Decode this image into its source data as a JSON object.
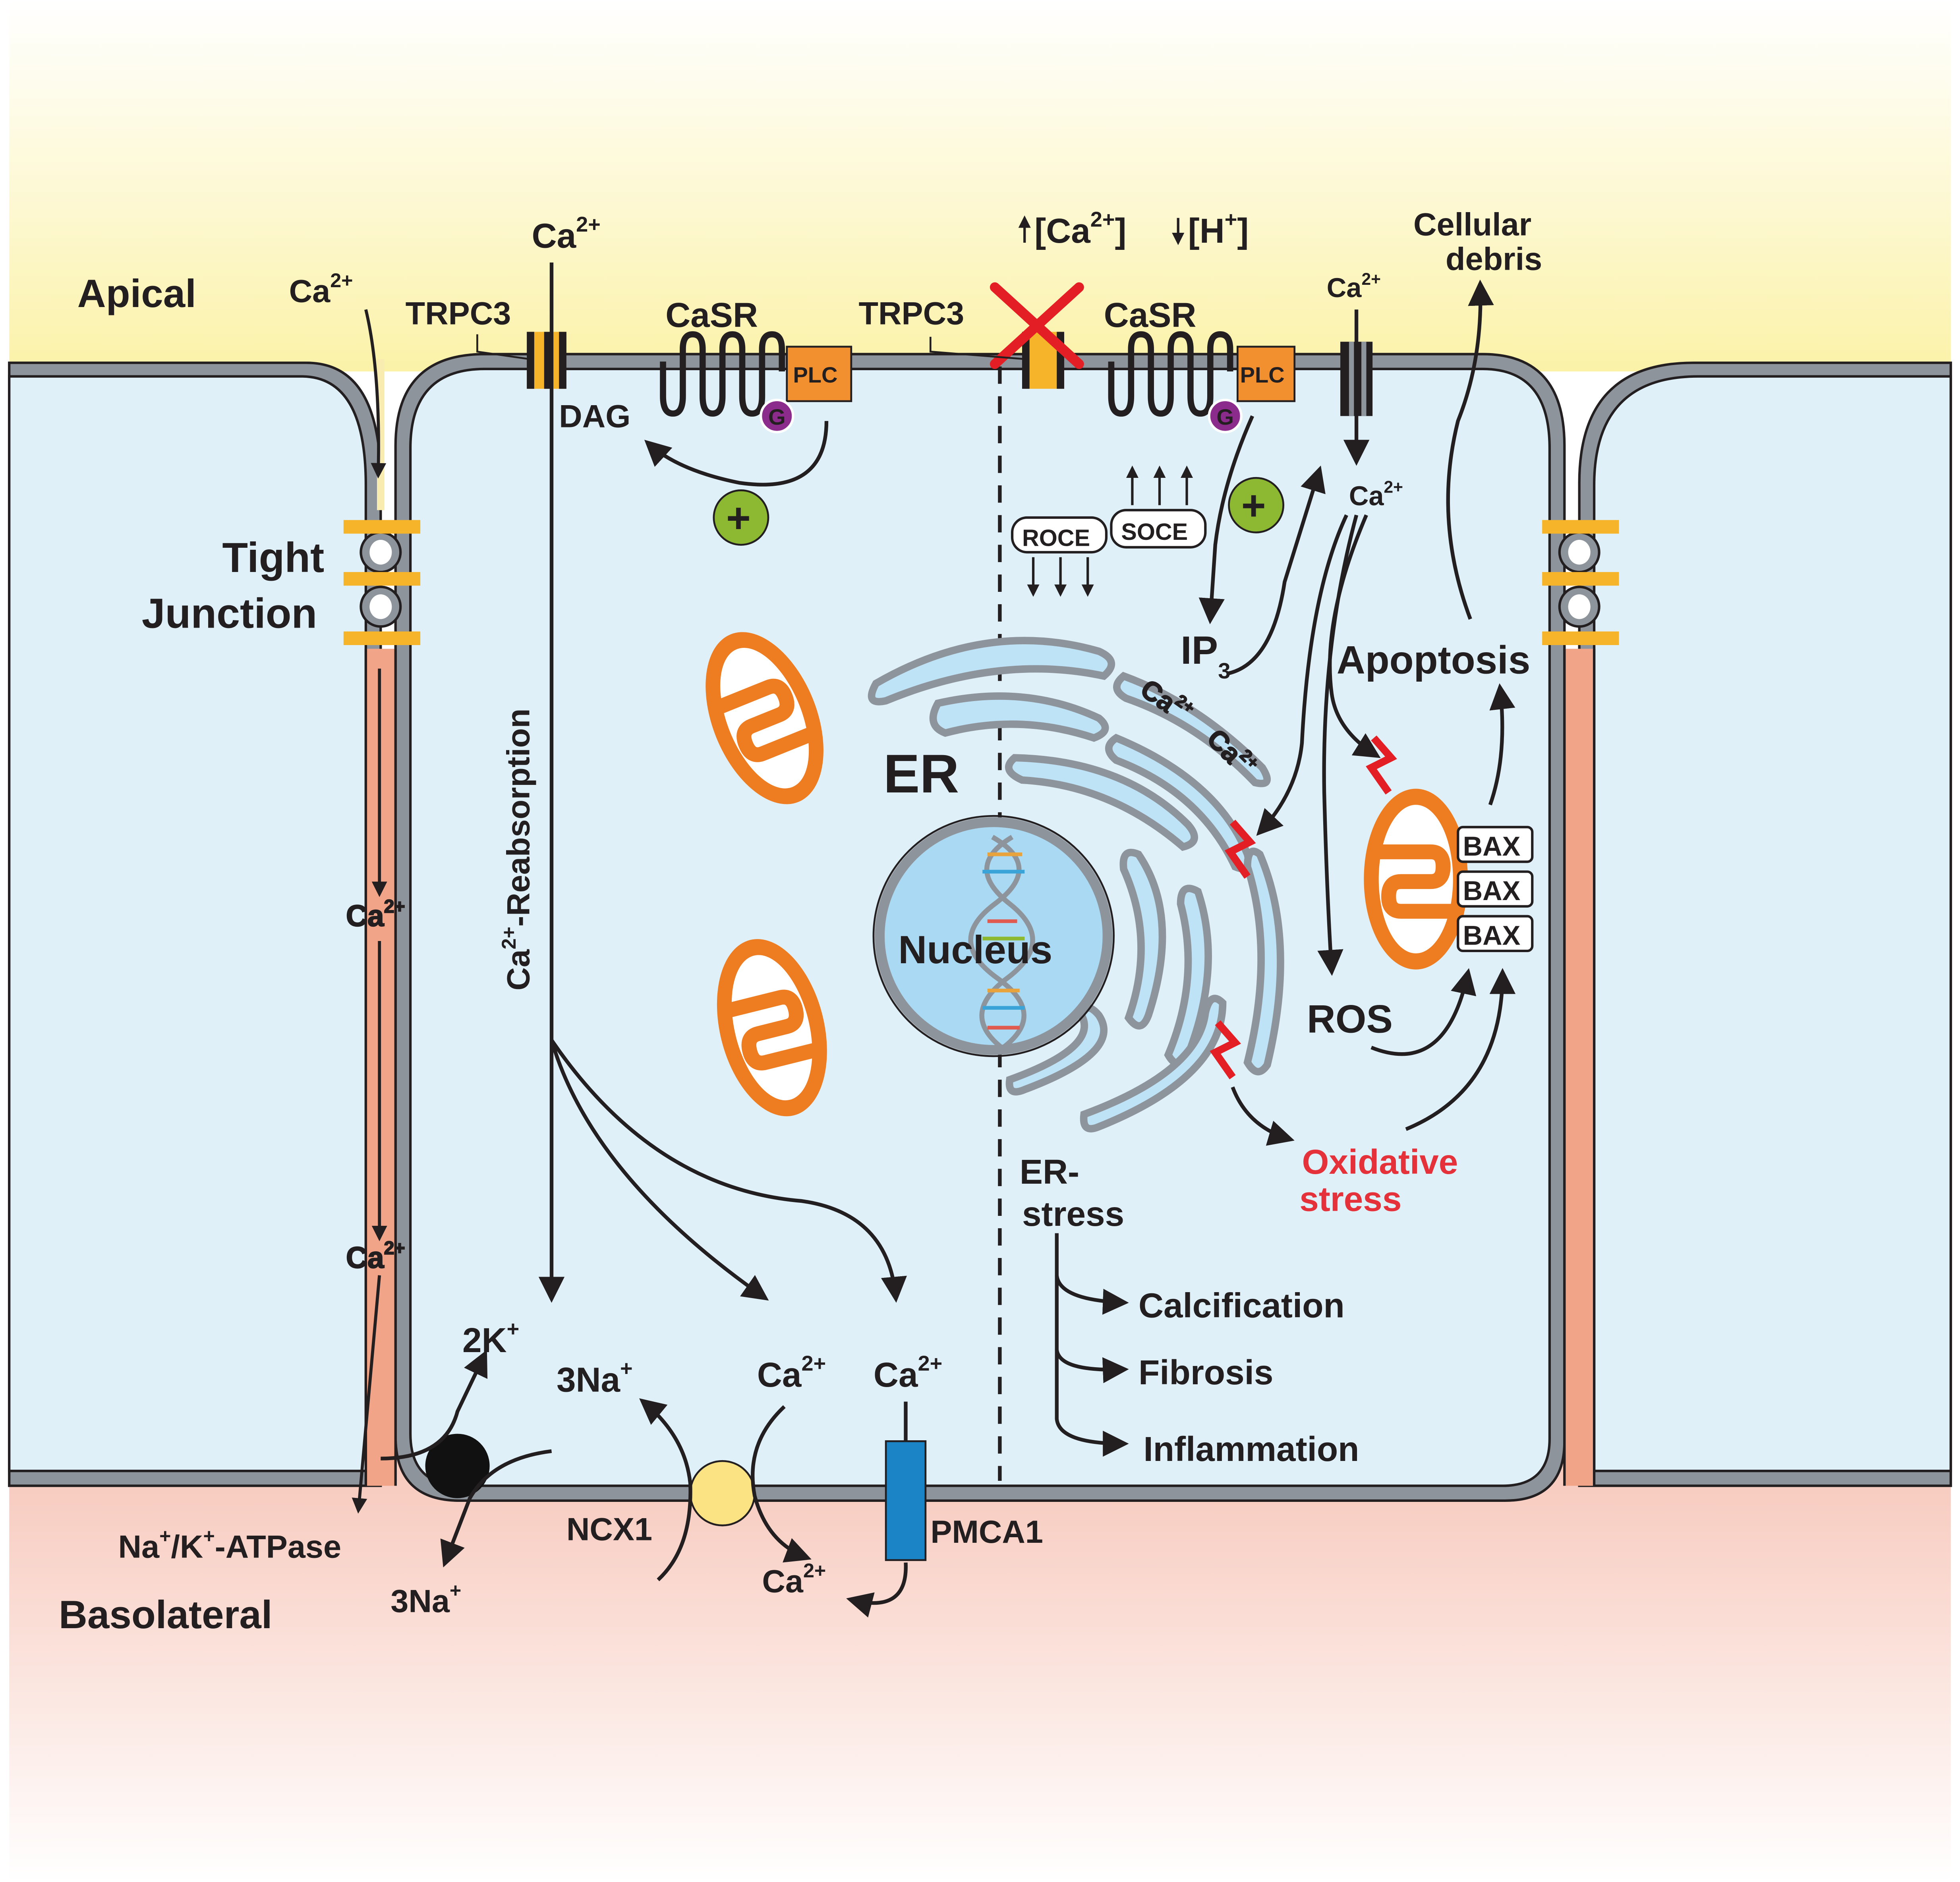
{
  "labels": {
    "apical": "Apical",
    "basolateral": "Basolateral",
    "tight": "Tight",
    "junction": "Junction",
    "ca": "Ca",
    "two_plus": "2+",
    "trpc3": "TRPC3",
    "casr": "CaSR",
    "plc": "PLC",
    "g": "G",
    "dag": "DAG",
    "plus": "+",
    "reabsorption": "-Reabsorption",
    "up_ca_open": "[Ca",
    "up_ca_close": "]",
    "down_h_open": "[H",
    "h_plus": "+",
    "down_h_close": "]",
    "cellular": "Cellular",
    "debris": "debris",
    "roce": "ROCE",
    "soce": "SOCE",
    "ip": "IP",
    "ip_sub": "3",
    "apoptosis": "Apoptosis",
    "er": "ER",
    "nucleus": "Nucleus",
    "bax": "BAX",
    "ros": "ROS",
    "oxidative": "Oxidative",
    "stress": "stress",
    "er_dash": "ER-",
    "calcification": "Calcification",
    "fibrosis": "Fibrosis",
    "inflammation": "Inflammation",
    "two_k": "2K",
    "three_na": "3Na",
    "na_k_atpase_na": "Na",
    "na_k_atpase_slash": "/K",
    "na_k_atpase_rest": "-ATPase",
    "ncx1": "NCX1",
    "pmca1": "PMCA1"
  },
  "colors": {
    "apical_top": "#ffffff",
    "apical_bottom": "#fbf3a9",
    "cell_fill": "#dff0f9",
    "membrane": "#8e949b",
    "membrane_outline": "#231f20",
    "basolateral": "#f2a488",
    "tight_junction": "#f6b42a",
    "mito_orange": "#ee7d22",
    "er_fill": "#bfe3f6",
    "nucleus_fill": "#a9d9f3",
    "plc_orange": "#f29030",
    "g_purple": "#8b2b8c",
    "plus_green": "#8cb832",
    "red": "#e31e24",
    "pmca_blue": "#1a84c7",
    "ncx_yellow": "#fbe383",
    "pump_black": "#111111",
    "oxidative_text": "#e4313a"
  },
  "icons": [
    "tight-junction-icon",
    "trpc3-channel-icon",
    "casr-receptor-icon",
    "plc-icon",
    "g-protein-icon",
    "plus-icon",
    "mitochondrion-icon",
    "er-icon",
    "nucleus-icon",
    "dna-icon",
    "lightning-icon",
    "cross-icon",
    "na-k-atpase-icon",
    "ncx1-icon",
    "pmca1-icon"
  ]
}
